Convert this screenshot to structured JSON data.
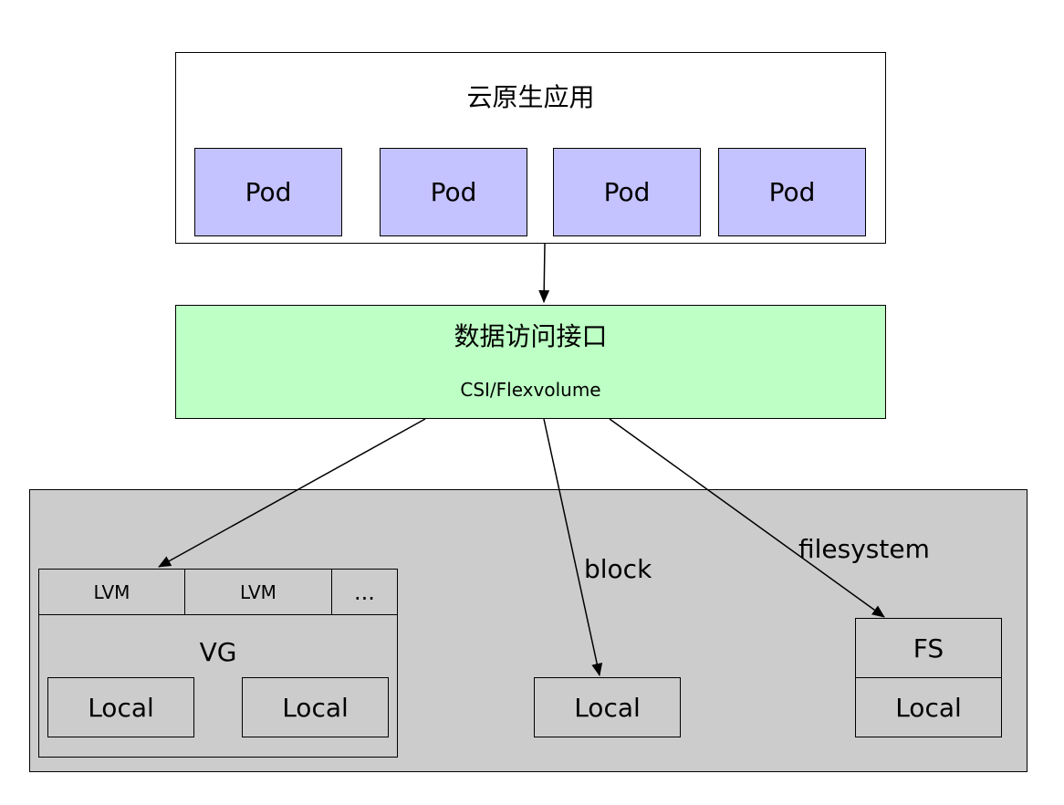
{
  "colors": {
    "pod_fill": "#C4C2FF",
    "interface_fill": "#BDFFC4",
    "storage_fill": "#CCCCCC",
    "line": "#000000",
    "background": "#FFFFFF"
  },
  "app": {
    "title": "云原生应用",
    "pods": [
      "Pod",
      "Pod",
      "Pod",
      "Pod"
    ]
  },
  "interface": {
    "title": "数据访问接口",
    "subtitle": "CSI/Flexvolume"
  },
  "storage": {
    "lvm_group": {
      "lvms": [
        "LVM",
        "LVM",
        "..."
      ],
      "vg_label": "VG",
      "locals": [
        "Local",
        "Local"
      ]
    },
    "block": {
      "edge_label": "block",
      "local": "Local"
    },
    "filesystem": {
      "edge_label": "filesystem",
      "fs_label": "FS",
      "local": "Local"
    }
  }
}
